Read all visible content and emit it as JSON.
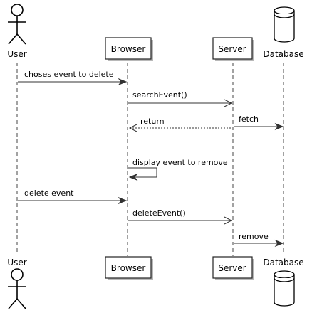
{
  "participants": {
    "user": "User",
    "browser": "Browser",
    "server": "Server",
    "database": "Database"
  },
  "messages": [
    "choses event to delete",
    "searchEvent()",
    "fetch",
    "return",
    "display event to remove",
    "delete event",
    "deleteEvent()",
    "remove"
  ]
}
